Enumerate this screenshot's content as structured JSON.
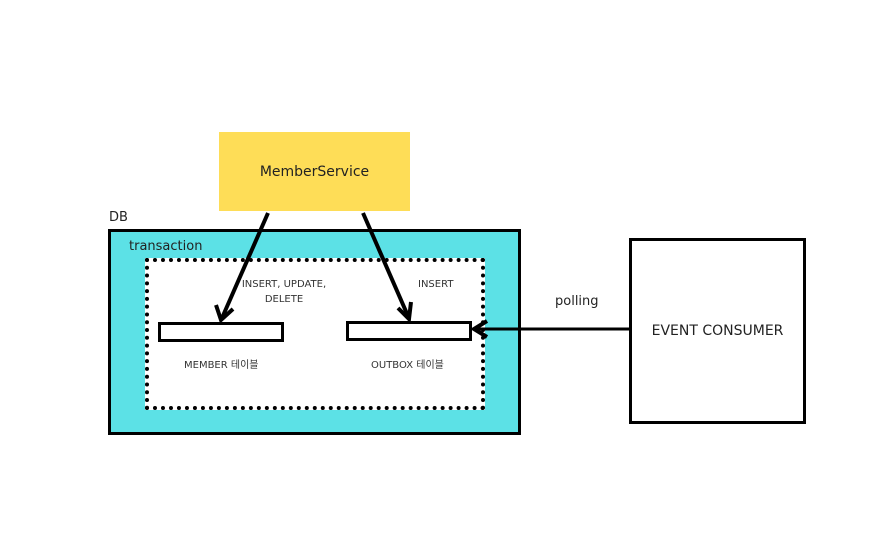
{
  "member_service": {
    "label": "MemberService"
  },
  "db": {
    "label": "DB"
  },
  "transaction": {
    "label": "transaction"
  },
  "operations": {
    "line1": "INSERT, UPDATE,",
    "line2": "DELETE",
    "insert": "INSERT"
  },
  "tables": {
    "member": "MEMBER 테이블",
    "outbox": "OUTBOX 테이블"
  },
  "polling": {
    "label": "polling"
  },
  "consumer": {
    "label": "EVENT CONSUMER"
  },
  "colors": {
    "service_fill": "#FEDD57",
    "db_fill": "#5CE1E6",
    "line": "#000000"
  }
}
